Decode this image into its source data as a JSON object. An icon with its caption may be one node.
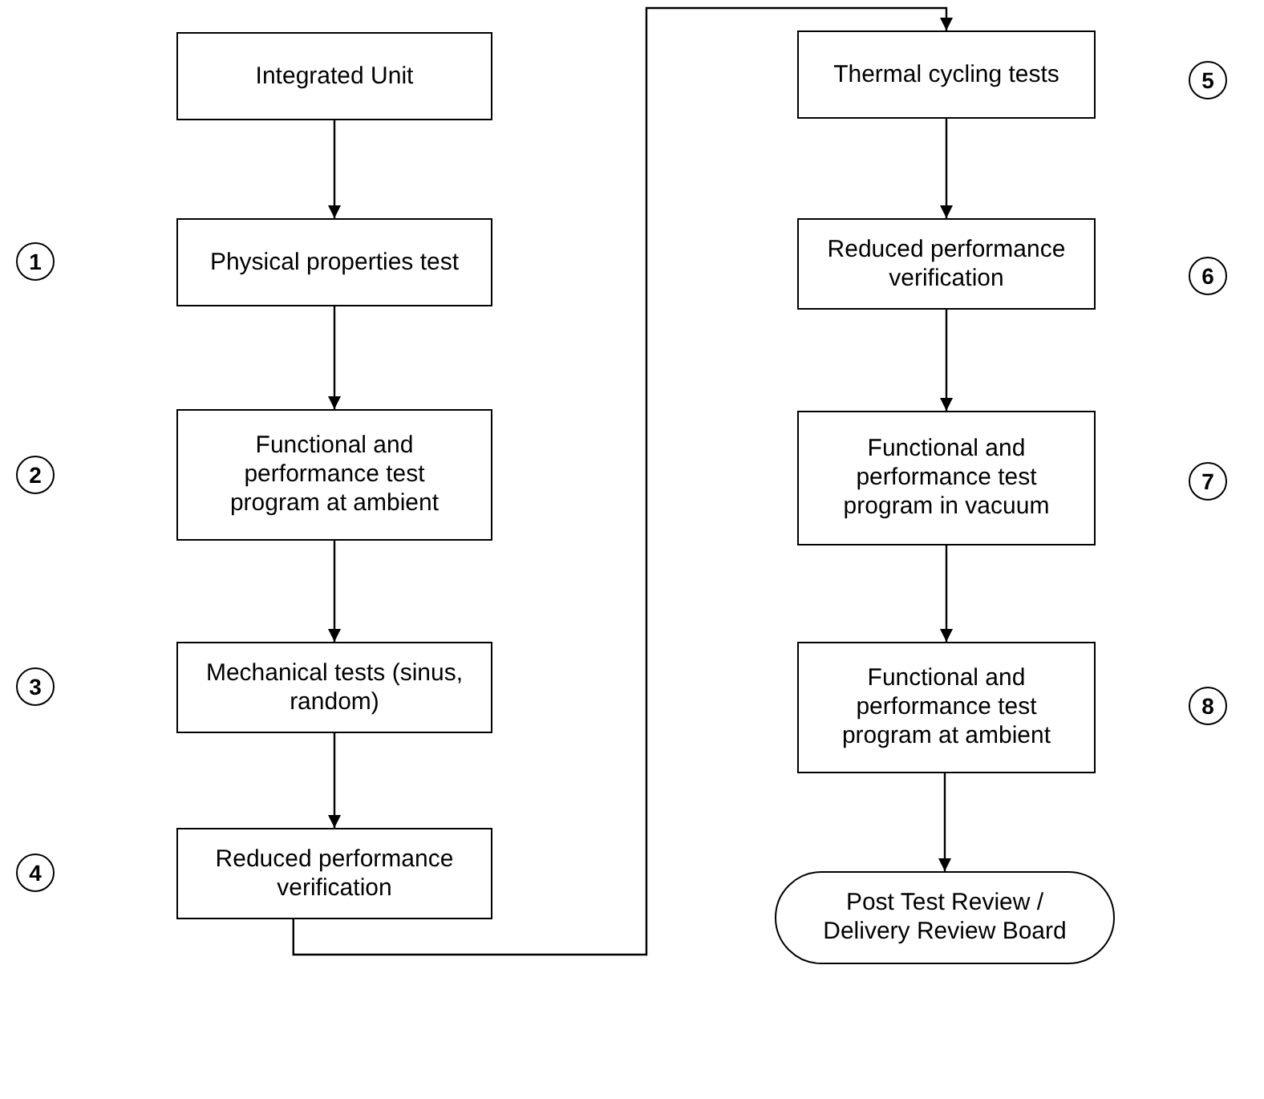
{
  "diagram": {
    "nodes": [
      {
        "text": [
          "Integrated Unit"
        ]
      },
      {
        "text": [
          "Physical properties test"
        ]
      },
      {
        "text": [
          "Functional and performance test program at ambient"
        ]
      },
      {
        "text": [
          "Mechanical tests (sinus, random)"
        ]
      },
      {
        "text": [
          "Reduced performance verification"
        ]
      },
      {
        "text": [
          "Thermal cycling tests"
        ]
      },
      {
        "text": [
          "Reduced performance verification"
        ]
      },
      {
        "text": [
          "Functional and performance test program in vacuum"
        ]
      },
      {
        "text": [
          "Functional and performance test program at ambient"
        ]
      },
      {
        "text": [
          "Post Test Review / Delivery Review Board"
        ]
      }
    ],
    "edges": [
      {
        "from": 0,
        "to": 1,
        "arrow": "to"
      },
      {
        "from": 1,
        "to": 2,
        "arrow": "to"
      },
      {
        "from": 2,
        "to": 3,
        "arrow": "to"
      },
      {
        "from": 3,
        "to": 4,
        "arrow": "to"
      },
      {
        "from": 4,
        "to": 5,
        "arrow": "to"
      },
      {
        "from": 5,
        "to": 6,
        "arrow": "to"
      },
      {
        "from": 6,
        "to": 7,
        "arrow": "to"
      },
      {
        "from": 7,
        "to": 8,
        "arrow": "to"
      },
      {
        "from": 8,
        "to": 9,
        "arrow": "to"
      }
    ],
    "labels": [
      "1",
      "2",
      "3",
      "4",
      "5",
      "6",
      "7",
      "8"
    ]
  }
}
